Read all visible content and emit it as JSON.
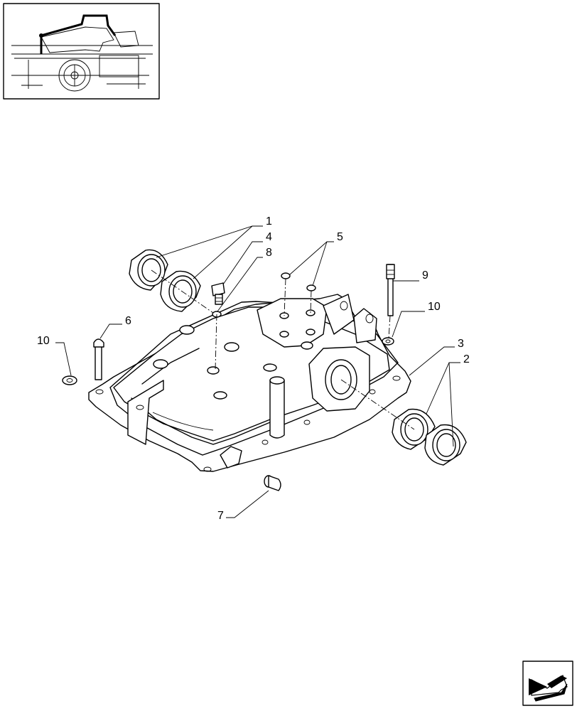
{
  "diagram": {
    "callouts": [
      "1",
      "4",
      "8",
      "5",
      "9",
      "10",
      "6",
      "3",
      "2",
      "10",
      "7"
    ]
  },
  "icons": {
    "thumbnail": "machine-overview-thumbnail",
    "nav": "next-page-arrow-icon"
  }
}
